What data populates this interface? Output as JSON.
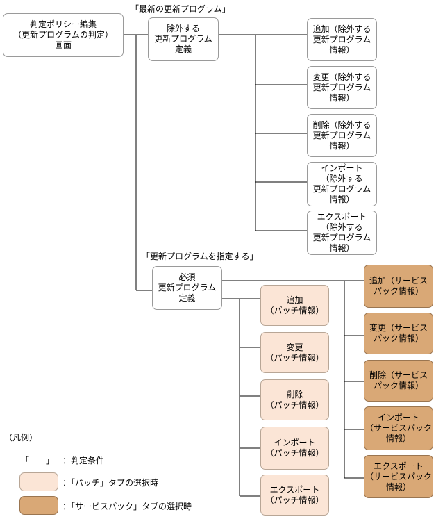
{
  "root": {
    "label": "判定ポリシー編集\n（更新プログラムの判定）\n画面"
  },
  "section1": {
    "condition": "「最新の更新プログラム」",
    "node": {
      "label": "除外する\n更新プログラム\n定義"
    },
    "children": [
      {
        "label": "追加（除外する\n更新プログラム\n情報）"
      },
      {
        "label": "変更（除外する\n更新プログラム\n情報）"
      },
      {
        "label": "削除（除外する\n更新プログラム\n情報）"
      },
      {
        "label": "インポート\n（除外する\n更新プログラム\n情報）"
      },
      {
        "label": "エクスポート\n（除外する\n更新プログラム\n情報）"
      }
    ]
  },
  "section2": {
    "condition": "「更新プログラムを指定する」",
    "node": {
      "label": "必須\n更新プログラム\n定義"
    },
    "patch_children": [
      {
        "label": "追加\n（パッチ情報）"
      },
      {
        "label": "変更\n（パッチ情報）"
      },
      {
        "label": "削除\n（パッチ情報）"
      },
      {
        "label": "インポート\n（パッチ情報）"
      },
      {
        "label": "エクスポート\n（パッチ情報）"
      }
    ],
    "servicepack_children": [
      {
        "label": "追加（サービス\nパック情報）"
      },
      {
        "label": "変更（サービス\nパック情報）"
      },
      {
        "label": "削除（サービス\nパック情報）"
      },
      {
        "label": "インポート\n（サービスパック\n情報）"
      },
      {
        "label": "エクスポート\n（サービスパック\n情報）"
      }
    ]
  },
  "legend": {
    "title": "（凡例）",
    "condition_symbol": "「　　」",
    "condition_label": "：判定条件",
    "patch_label": "：「パッチ」タブの選択時",
    "servicepack_label": "：「サービスパック」タブの選択時"
  },
  "colors": {
    "patch": "#fbe5d6",
    "servicepack": "#d9a876",
    "line": "#000000"
  }
}
